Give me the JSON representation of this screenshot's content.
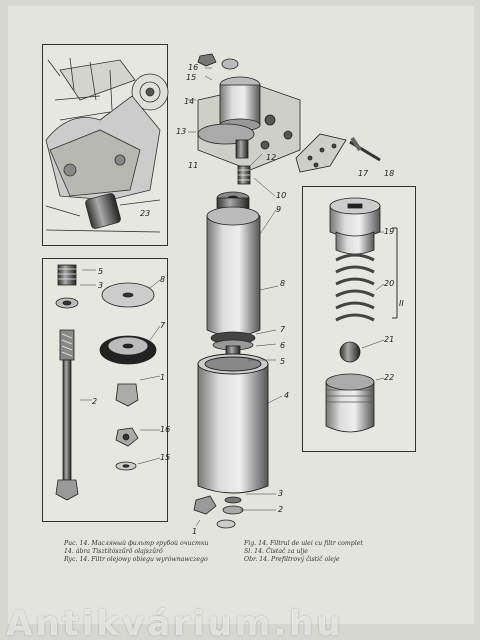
{
  "figure": {
    "part_numbers": {
      "n1": "1",
      "n2": "2",
      "n3": "3",
      "n4": "4",
      "n5": "5",
      "n6": "6",
      "n7": "7",
      "n8": "8",
      "n9": "9",
      "n10": "10",
      "n11": "11",
      "n12": "12",
      "n13": "13",
      "n14": "14",
      "n15": "15",
      "n16": "16",
      "n17": "17",
      "n18": "18",
      "n19": "19",
      "n20": "20",
      "n21": "21",
      "n22": "22",
      "n23": "23",
      "nII": "II"
    }
  },
  "captions": {
    "left": [
      "Рис. 14.  Масляный фильтр грубой очистки",
      "14. ábra  Tisztítószűrő olajszűrő",
      "Ryc. 14.  Filtr olejowy obiegu wyrównawczego"
    ],
    "right": [
      "Fig. 14.  Filtrul de ulei cu filtr complet",
      "Sl. 14.  Čistač za ulje",
      "Obr. 14.  Prefiltrový čistič oleje"
    ]
  },
  "watermark": "Antikvárium.hu"
}
